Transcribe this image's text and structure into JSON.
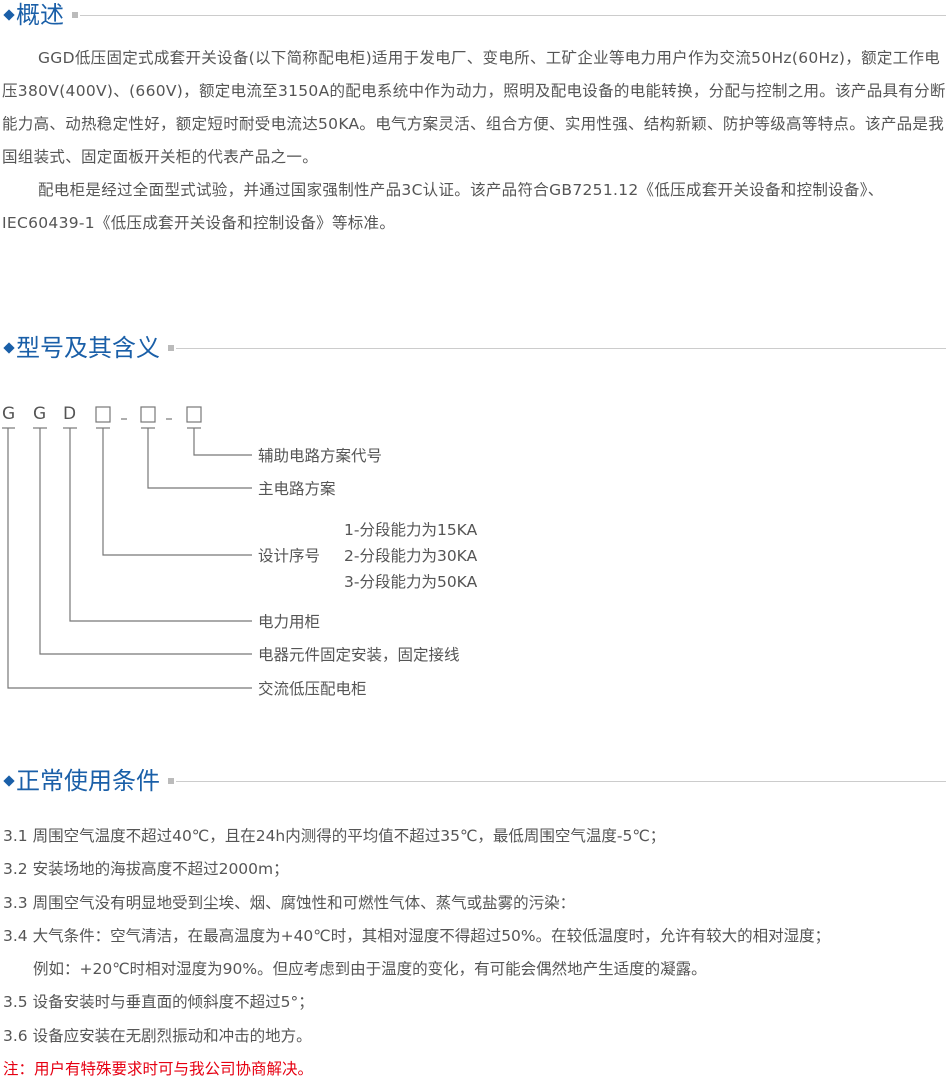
{
  "sections": [
    {
      "title": "概述"
    },
    {
      "title": "型号及其含义"
    },
    {
      "title": "正常使用条件"
    }
  ],
  "overview": {
    "paragraphs": [
      "GGD低压固定式成套开关设备(以下简称配电柜)适用于发电厂、变电所、工矿企业等电力用户作为交流50Hz(60Hz)，额定工作电压380V(400V)、(660V)，额定电流至3150A的配电系统中作为动力，照明及配电设备的电能转换，分配与控制之用。该产品具有分断能力高、动热稳定性好，额定短时耐受电流达50KA。电气方案灵活、组合方便、实用性强、结构新颖、防护等级高等特点。该产品是我国组装式、固定面板开关柜的代表产品之一。",
      "配电柜是经过全面型式试验，并通过国家强制性产品3C认证。该产品符合GB7251.12《低压成套开关设备和控制设备》、IEC60439-1《低压成套开关设备和控制设备》等标准。"
    ]
  },
  "model": {
    "letters": [
      "G",
      "G",
      "D"
    ],
    "dash": "-",
    "labels": [
      "辅助电路方案代号",
      "主电路方案",
      "设计序号",
      "电力用柜",
      "电器元件固定安装，固定接线",
      "交流低压配电柜"
    ],
    "design_options": [
      "1-分段能力为15KA",
      "2-分段能力为30KA",
      "3-分段能力为50KA"
    ]
  },
  "conditions": {
    "items": [
      "3.1  周围空气温度不超过40℃，且在24h内测得的平均值不超过35℃，最低周围空气温度-5℃；",
      "3.2  安装场地的海拔高度不超过2000m；",
      "3.3  周围空气没有明显地受到尘埃、烟、腐蚀性和可燃性气体、蒸气或盐雾的污染：",
      "3.4  大气条件：空气清洁，在最高温度为+40℃时，其相对湿度不得超过50%。在较低温度时，允许有较大的相对湿度；",
      "例如：+20℃时相对湿度为90%。但应考虑到由于温度的变化，有可能会偶然地产生适度的凝露。",
      "3.5  设备安装时与垂直面的倾斜度不超过5°；",
      "3.6  设备应安装在无剧烈振动和冲击的地方。"
    ],
    "note": "注：用户有特殊要求时可与我公司协商解决。"
  },
  "colors": {
    "accent": "#1a5fa8",
    "note": "#e60012",
    "text": "#555555"
  }
}
